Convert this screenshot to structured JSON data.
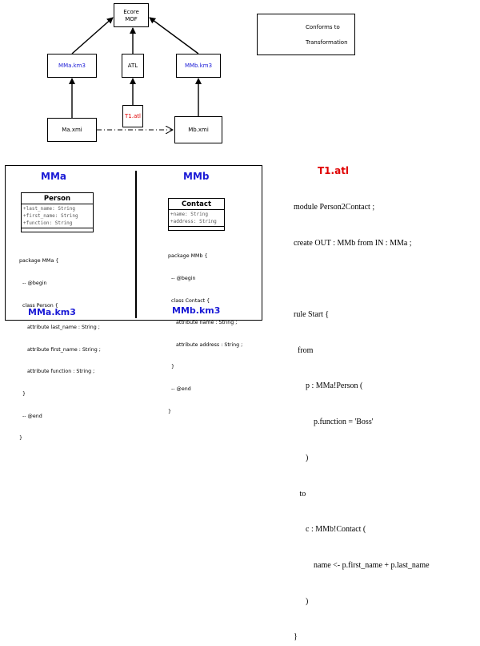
{
  "diagram": {
    "ecore_box": {
      "line1": "Ecore",
      "line2": "MOF"
    },
    "mma_km3_box": "MMa.km3",
    "atl_box": "ATL",
    "mmb_km3_box": "MMb.km3",
    "t1_atl_box": "T1.atl",
    "ma_xmi_box": "Ma.xmi",
    "mb_xmi_box": "Mb.xmi",
    "legend": {
      "conforms_to": "Conforms to",
      "transformation": "Transformation"
    }
  },
  "panel": {
    "left": {
      "title": "MMa",
      "class_name": "Person",
      "attrs": [
        "+last_name: String",
        "+first_name: String",
        "+function: String"
      ],
      "code": [
        "package MMa {",
        "  -- @begin",
        "  class Person {",
        "     attribute last_name : String ;",
        "     attribute first_name : String ;",
        "     attribute function : String ;",
        "  }",
        "  -- @end",
        "}"
      ],
      "file_label": "MMa.km3"
    },
    "right": {
      "title": "MMb",
      "class_name": "Contact",
      "attrs": [
        "+name: String",
        "+address: String"
      ],
      "code": [
        "package MMb {",
        "  -- @begin",
        "  class Contact {",
        "     attribute name : String ;",
        "     attribute address : String ;",
        "  }",
        "  -- @end",
        "}"
      ],
      "file_label": "MMb.km3"
    }
  },
  "atl_code": {
    "title": "T1.atl",
    "lines": [
      "module Person2Contact ;",
      "create OUT : MMb from IN : MMa ;",
      "",
      "rule Start {",
      "  from",
      "      p : MMa!Person (",
      "          p.function = 'Boss'",
      "      )",
      "   to",
      "      c : MMb!Contact (",
      "          name <- p.first_name + p.last_name",
      "      )",
      "}"
    ]
  }
}
